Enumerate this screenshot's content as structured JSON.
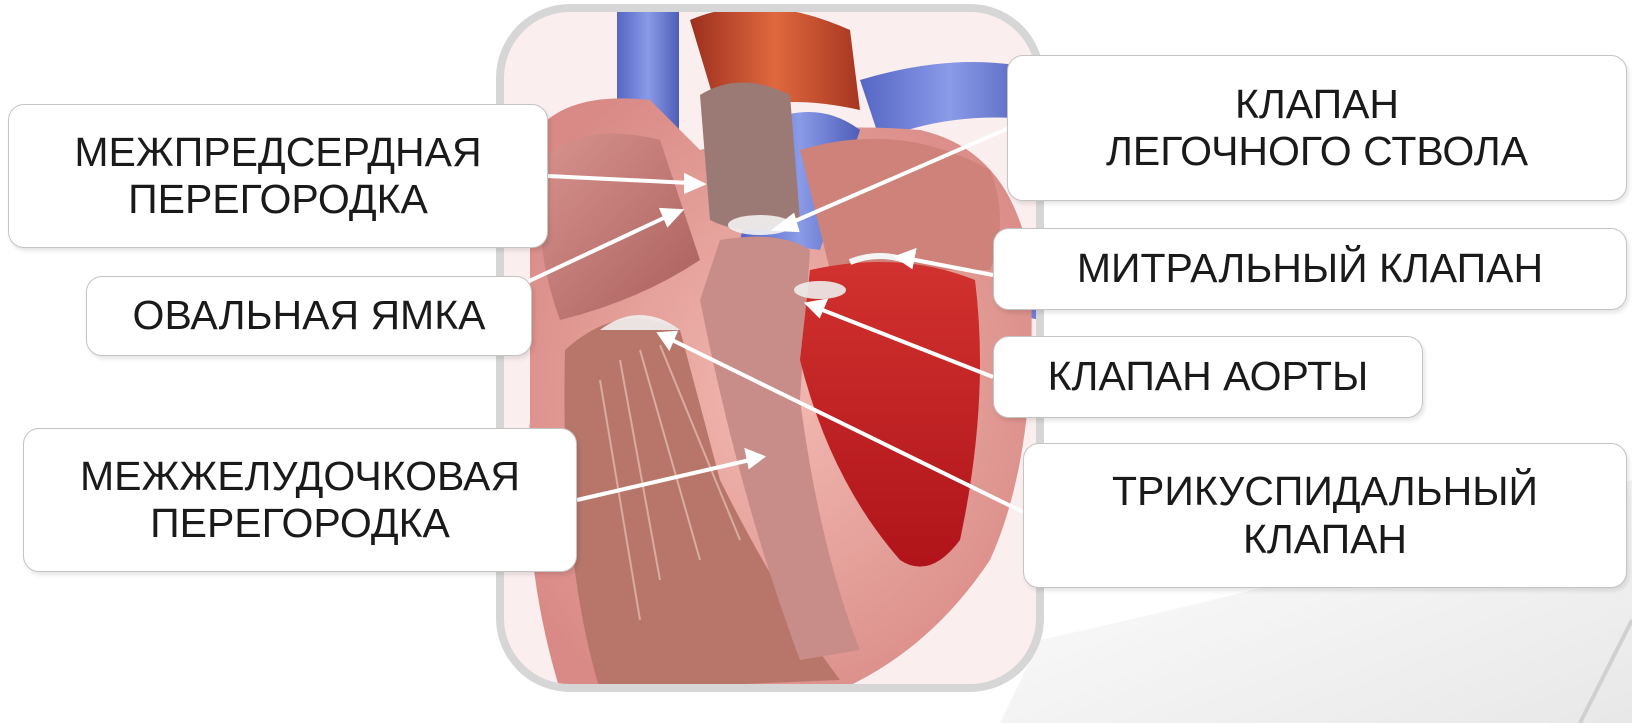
{
  "labels": {
    "interatrial_septum": "МЕЖПРЕДСЕРДНАЯ\nПЕРЕГОРОДКА",
    "oval_fossa": "ОВАЛЬНАЯ ЯМКА",
    "interventricular_septum": "МЕЖЖЕЛУДОЧКОВАЯ\nПЕРЕГОРОДКА",
    "pulmonary_valve": "КЛАПАН\nЛЕГОЧНОГО  СТВОЛА",
    "mitral_valve": "МИТРАЛЬНЫЙ  КЛАПАН",
    "aortic_valve": "КЛАПАН  АОРТЫ",
    "tricuspid_valve": "ТРИКУСПИДАЛЬНЫЙ\nКЛАПАН"
  },
  "colors": {
    "vein_blue": "#6b7fd6",
    "aorta_red": "#c8462c",
    "muscle_pink": "#e9a39f",
    "left_ventricle": "#c41f24",
    "frame_grey": "#d6d6d6",
    "arrow_white": "#ffffff"
  }
}
